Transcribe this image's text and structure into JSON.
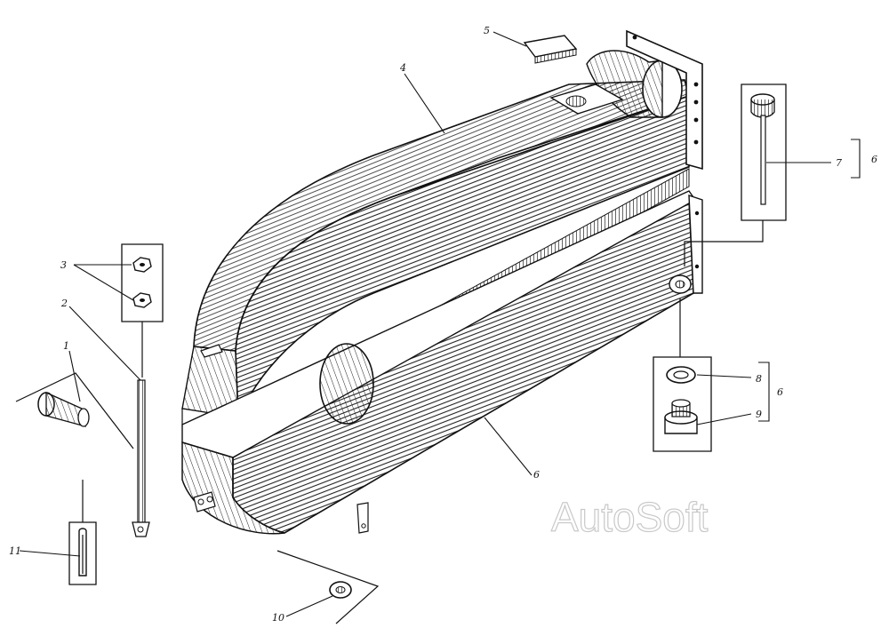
{
  "callouts": {
    "c1": "1",
    "c2": "2",
    "c3": "3",
    "c4": "4",
    "c5": "5",
    "c6a": "6",
    "c6b": "6",
    "c6c": "6",
    "c7": "7",
    "c8": "8",
    "c9": "9",
    "c10": "10",
    "c11": "11"
  },
  "watermark": "AutoSoft",
  "colors": {
    "ink": "#111111",
    "paper": "#ffffff",
    "watermark": "#c9c9c9"
  }
}
